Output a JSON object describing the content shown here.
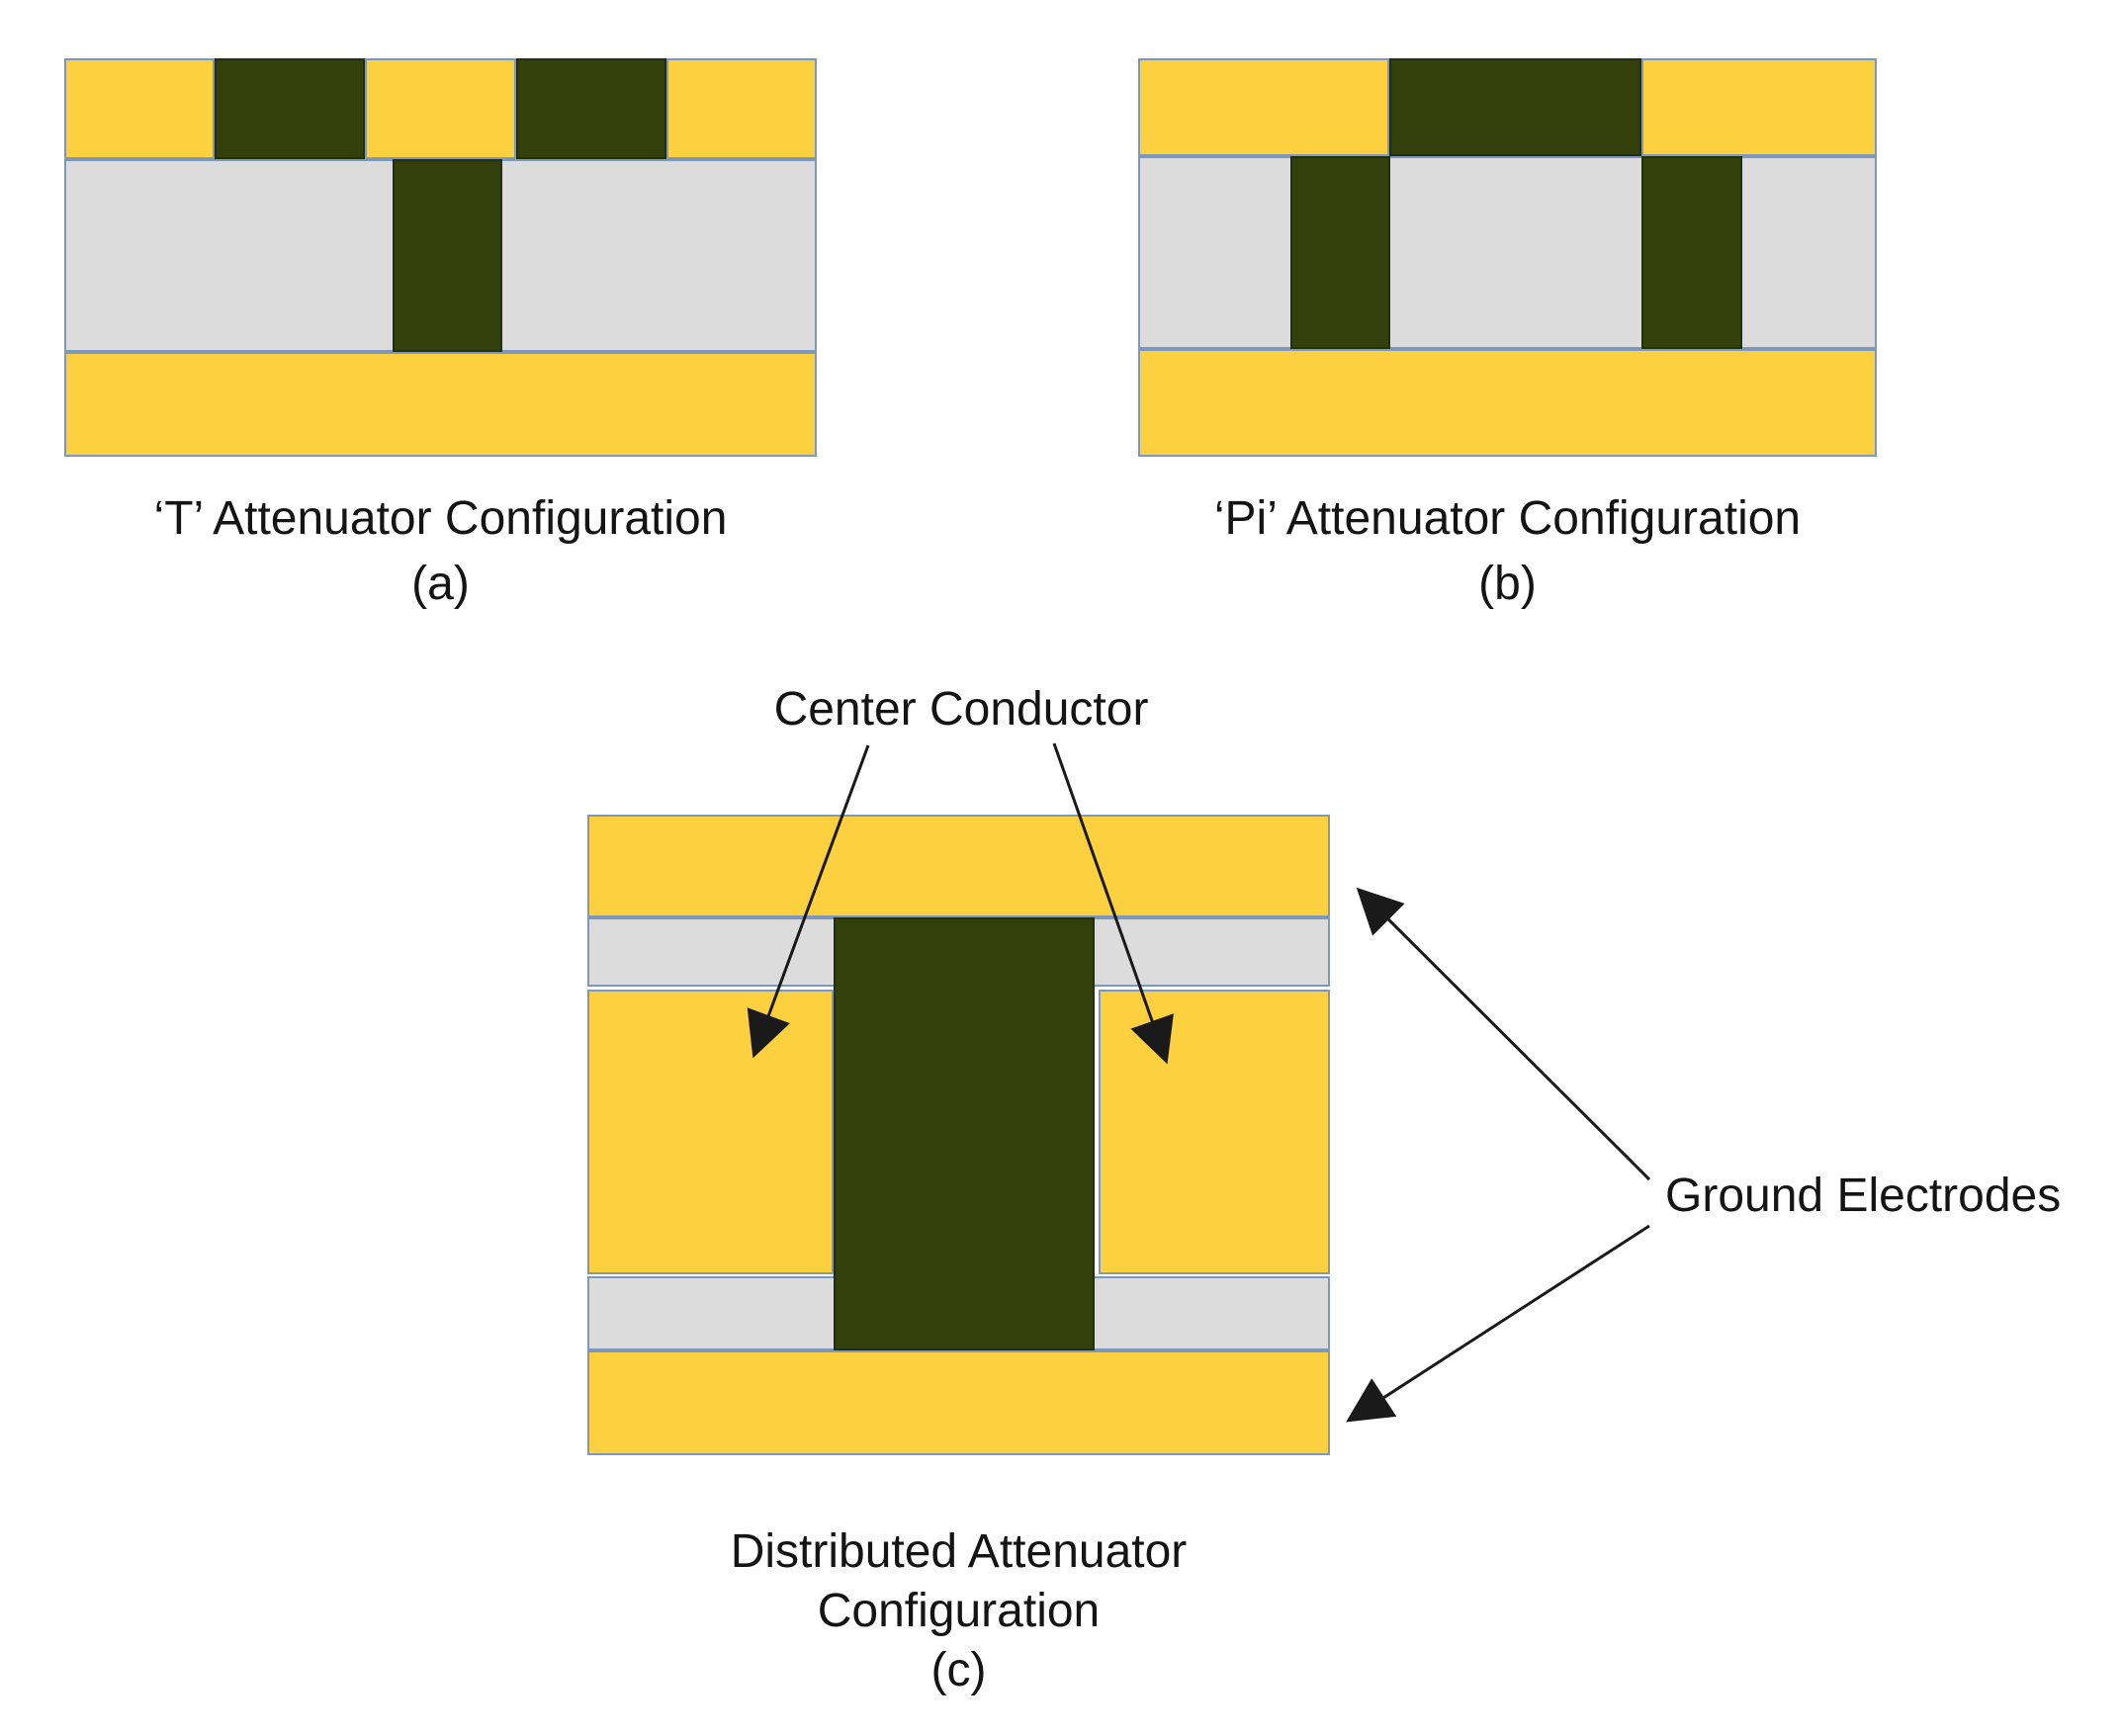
{
  "figure": {
    "background": "#ffffff"
  },
  "colors": {
    "gold": "#FDD040",
    "olive": "#33400B",
    "substrate_gray": "#DCDCDC",
    "block_stroke": "#7E98BC",
    "olive_stroke": "#22300E",
    "arrow": "#1A1A1A",
    "ink": "#141414"
  },
  "diagrams": {
    "t": {
      "title": "‘T’ Attenuator Configuration",
      "tag": "(a)"
    },
    "pi": {
      "title": "‘Pi’ Attenuator Configuration",
      "tag": "(b)"
    },
    "distributed": {
      "title_line1": "Distributed Attenuator",
      "title_line2": "Configuration",
      "tag": "(c)"
    }
  },
  "annotations": {
    "center_conductor": "Center Conductor",
    "ground_electrodes": "Ground Electrodes"
  }
}
